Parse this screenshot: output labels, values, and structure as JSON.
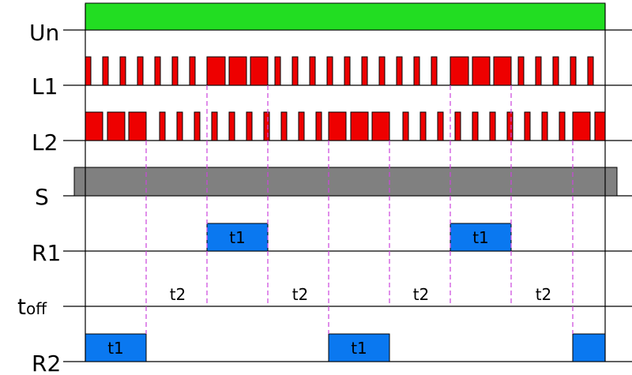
{
  "rows": [
    {
      "key": "un",
      "label": "Un"
    },
    {
      "key": "l1",
      "label": "L1"
    },
    {
      "key": "l2",
      "label": "L2"
    },
    {
      "key": "s",
      "label": "S"
    },
    {
      "key": "r1",
      "label": "R1"
    },
    {
      "key": "toff",
      "label": "t",
      "subscript": "off"
    },
    {
      "key": "r2",
      "label": "R2"
    }
  ],
  "timers": {
    "r1": [
      "t1",
      "t1"
    ],
    "toff": [
      "t2",
      "t2",
      "t2",
      "t2"
    ],
    "r2": [
      "t1",
      "t1"
    ]
  },
  "colors": {
    "supply": "#22dd22",
    "pulse": "#ee0000",
    "sensor": "#808080",
    "relay": "#0a78f0",
    "marker": "#cc44dd",
    "line": "#000000"
  }
}
